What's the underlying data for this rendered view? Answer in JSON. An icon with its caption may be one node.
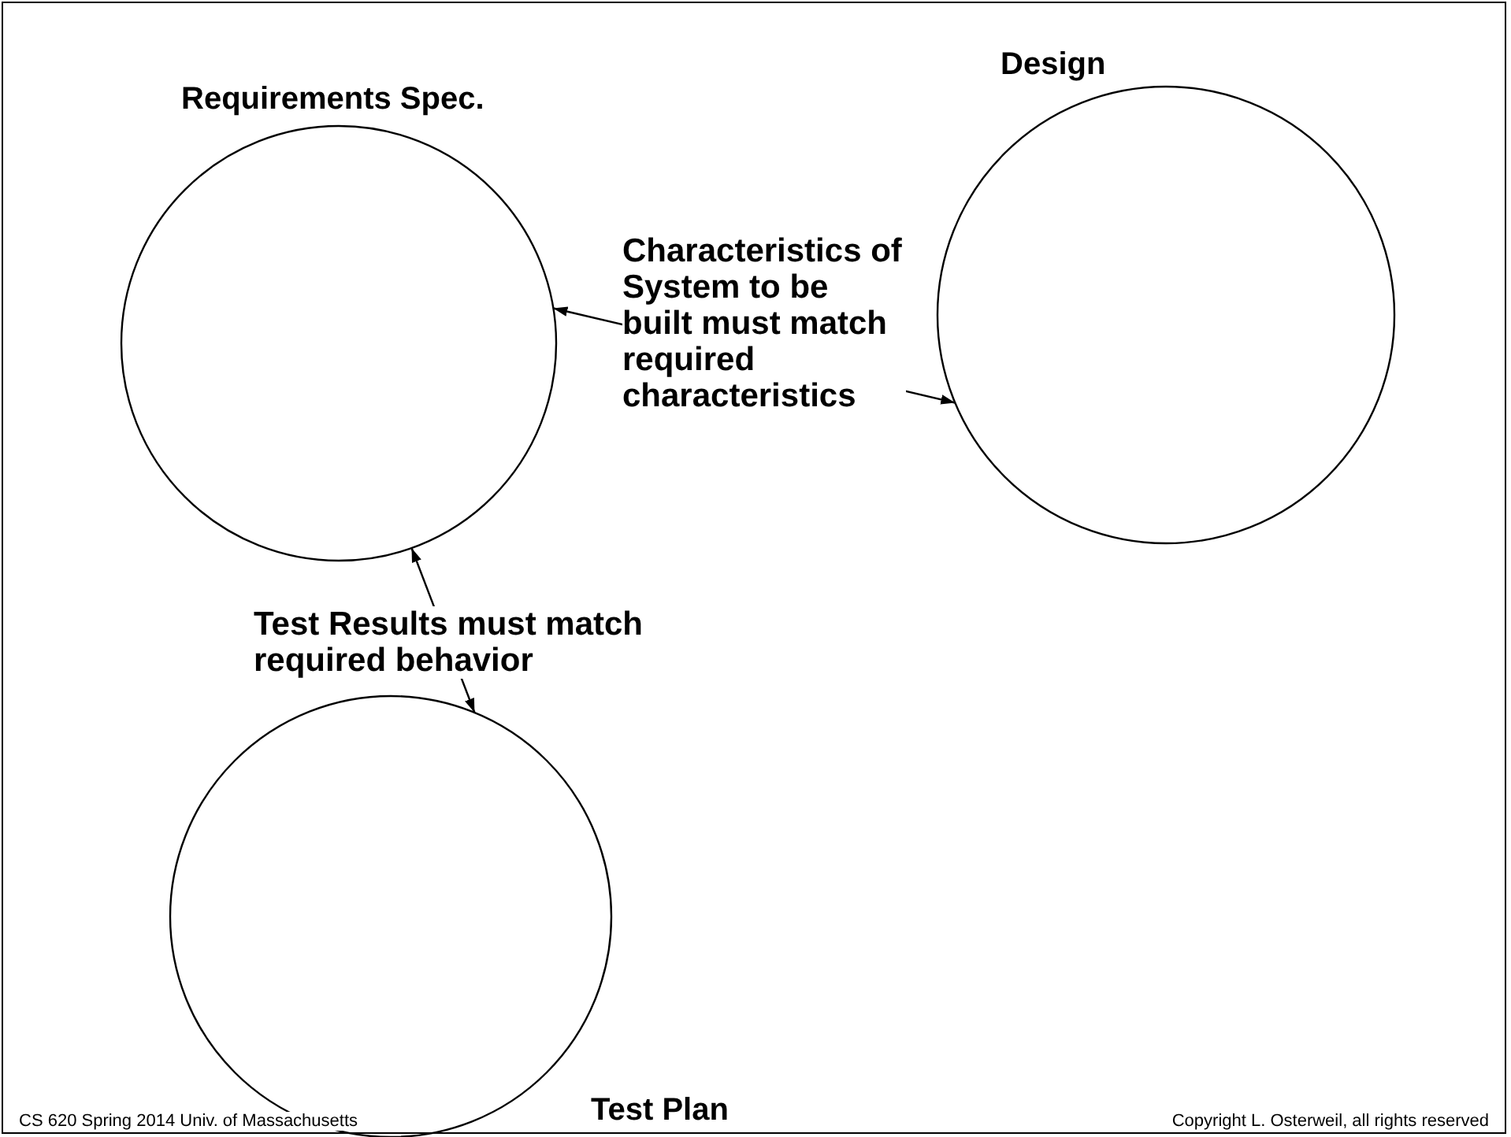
{
  "diagram": {
    "nodes": [
      {
        "text": [
          "Requirements Spec."
        ]
      },
      {
        "text": [
          "Design"
        ]
      },
      {
        "text": [
          "Test Plan"
        ]
      }
    ],
    "edges": [
      {
        "from": 0,
        "to": 1,
        "arrow": "both",
        "label": "Characteristics of System to be built must match required characteristics"
      },
      {
        "from": 0,
        "to": 2,
        "arrow": "both",
        "label": "Test Results must match required behavior"
      }
    ],
    "labels": [
      "CS 620 Spring 2014 Univ. of Massachusetts",
      "Copyright L. Osterweil, all rights reserved"
    ]
  }
}
